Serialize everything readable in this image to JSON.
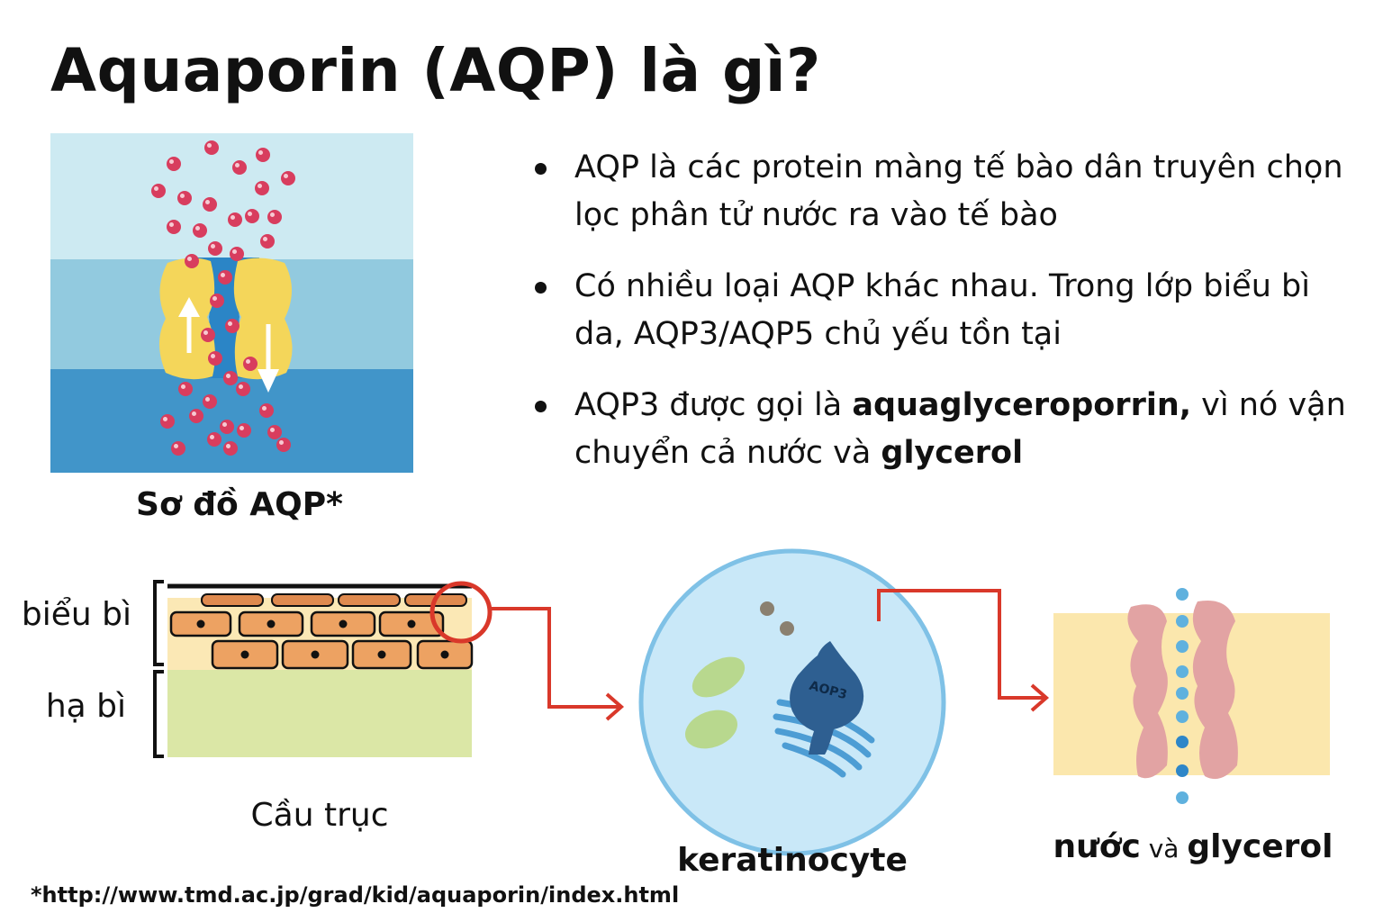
{
  "title": "Aquaporin (AQP) là gì?",
  "bullets": [
    {
      "text": "AQP là các protein màng tế bào dân truyên chọn lọc phân tử nước ra vào tế bào"
    },
    {
      "text": "Có nhiều loại AQP khác nhau. Trong lớp biểu bì da, AQP3/AQP5 chủ yếu tồn tại"
    },
    {
      "part1": "AQP3 được gọi là ",
      "bold1": "aquaglyceroporrin,",
      "part2": " vì nó vận chuyển cả nước và ",
      "bold2": "glycerol"
    }
  ],
  "aqp_diagram": {
    "caption": "Sơ đồ AQP*"
  },
  "structure": {
    "label_epidermis": "biểu bì",
    "label_dermis": "hạ bì",
    "caption": "Cầu trục"
  },
  "keratinocyte": {
    "caption": "keratinocyte",
    "protein_label": "AOP3"
  },
  "channel": {
    "caption_bold1": "nước",
    "caption_small": " và ",
    "caption_bold2": "glycerol"
  },
  "footnote": "*http://www.tmd.ac.jp/grad/kid/aquaporin/index.html",
  "colors": {
    "arrow_red": "#d9382a",
    "sky_top": "#cdeaf2",
    "sky_mid": "#92cadf",
    "sky_low": "#4195c9",
    "protein_yellow": "#f4d65a",
    "molecule_red": "#d83d5e",
    "cell_orange": "#eda262",
    "dermis_green": "#dbe7a6",
    "epidermis_cream": "#fbe8b5",
    "keratinocyte_blue": "#c9e8f8",
    "aqp3_navy": "#2e5f91",
    "channel_pink": "#e2a3a3",
    "channel_bg": "#fbe7ad",
    "dot_blue": "#5fb1de"
  },
  "icons": [
    "water-molecule-icon",
    "up-arrow-icon",
    "down-arrow-icon",
    "zoom-circle-icon",
    "flow-arrow-icon"
  ]
}
